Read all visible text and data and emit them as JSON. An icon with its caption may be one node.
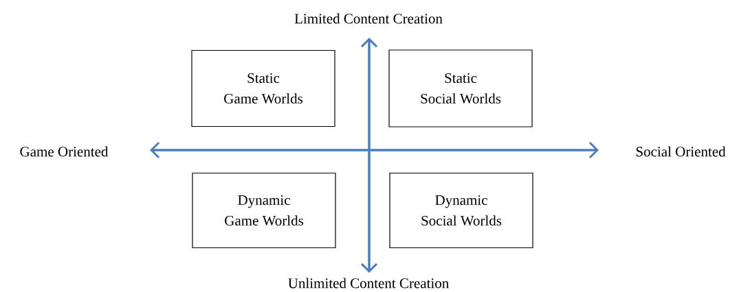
{
  "diagram": {
    "nodes": [
      {
        "text": [
          "Static Game Worlds"
        ]
      },
      {
        "text": [
          "Static Social Worlds"
        ]
      },
      {
        "text": [
          "Dynamic Game Worlds"
        ]
      },
      {
        "text": [
          "Dynamic Social Worlds"
        ]
      }
    ],
    "labels": [
      "Limited Content Creation",
      "Game Oriented",
      "Social Oriented",
      "Unlimited Content Creation"
    ]
  }
}
